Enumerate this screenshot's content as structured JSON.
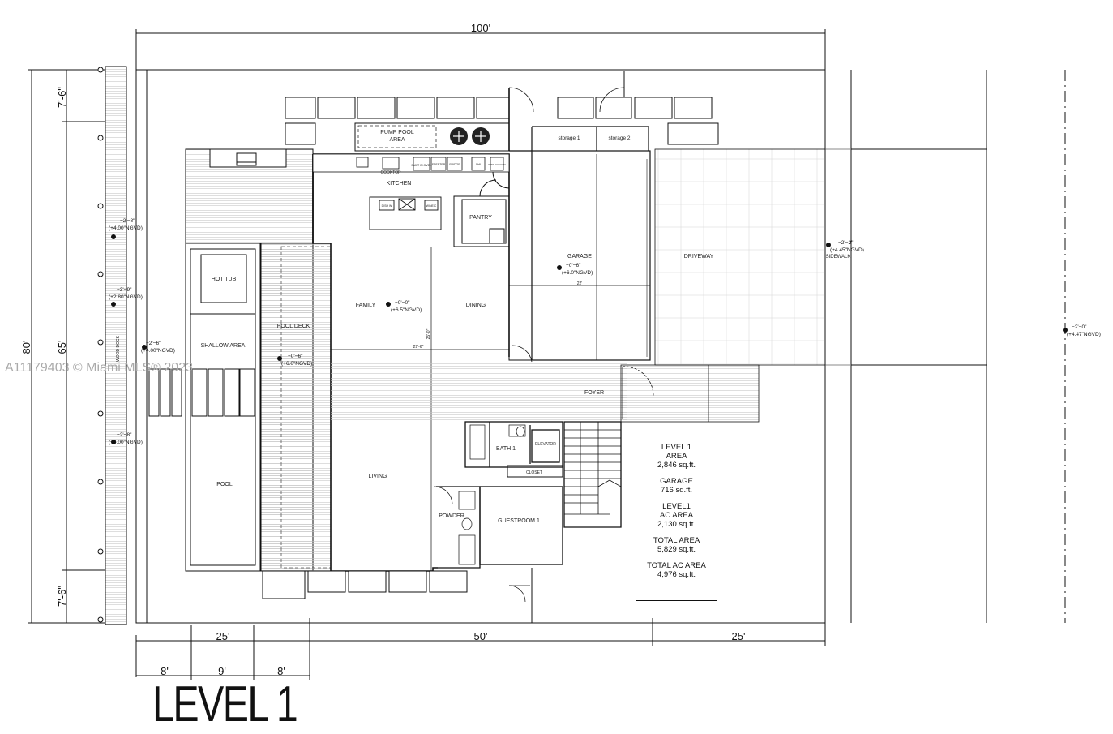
{
  "title": "LEVEL 1",
  "watermark": "A11179403 © Miami MLS® 2023",
  "dimensions": {
    "overall_width": "100'",
    "overall_depth": "80'",
    "front_setback": "7'-6\"",
    "back_setback": "7'-6\"",
    "lot_depth_inner": "65'",
    "left_band": "25'",
    "center_band": "50'",
    "right_band": "25'",
    "sub_left": "8'",
    "sub_center": "9'",
    "sub_right": "8'",
    "garage_dim": "22'",
    "family_dim": "29'-6\"",
    "living_dim_v": "25'-0\""
  },
  "rooms": {
    "pump_pool": "PUMP POOL",
    "pump_pool_area": "AREA",
    "storage1": "storage 1",
    "storage2": "storage 2",
    "kitchen": "KITCHEN",
    "pantry": "PANTRY",
    "garage": "GARAGE",
    "driveway": "DRIVEWAY",
    "sidewalk": "SIDEWALK",
    "family": "FAMILY",
    "dining": "DINING",
    "pool_deck": "POOL DECK",
    "hot_tub": "HOT TUB",
    "shallow_area": "SHALLOW AREA",
    "pool": "POOL",
    "wood_dock": "WOOD DOCK",
    "foyer": "FOYER",
    "bath1": "BATH 1",
    "elevator": "ELEVATOR",
    "closet": "CLOSET",
    "living": "LIVING",
    "powder": "POWDER",
    "guestroom1": "GUESTROOM 1"
  },
  "appliances": {
    "cooktop": "COOKTOP",
    "built_in_oven": "BUILT IN OVEN",
    "freezer": "FREEZER",
    "fridge": "FRIDGE",
    "dw": "DW",
    "wine_cooler": "WINE COOLER",
    "dish": "DISH W",
    "wine": "WINE C"
  },
  "elevations": [
    {
      "id": "e1",
      "line1": "−2'−8\"",
      "line2": "(+4.00\"NGVD)"
    },
    {
      "id": "e2",
      "line1": "−3'−9\"",
      "line2": "(+2.80\"NGVD)"
    },
    {
      "id": "e3",
      "line1": "−2'−6\"",
      "line2": "(+4.00\"NGVD)"
    },
    {
      "id": "e4",
      "line1": "−2'−8\"",
      "line2": "(+4.00\"NGVD)"
    },
    {
      "id": "e5",
      "line1": "−0'−6\"",
      "line2": "(+6.0\"NGVD)"
    },
    {
      "id": "e6",
      "line1": "−0'−0\"",
      "line2": "(+6.5\"NGVD)"
    },
    {
      "id": "e7",
      "line1": "−0'−6\"",
      "line2": "(+6.0\"NGVD)"
    },
    {
      "id": "e8",
      "line1": "−2'−2\"",
      "line2": "(+4.45\"NGVD)"
    },
    {
      "id": "e9",
      "line1": "−2'−0\"",
      "line2": "(+4.47\"NGVD)"
    }
  ],
  "summary": {
    "level1_label": "LEVEL 1",
    "area_label": "AREA",
    "level1_area": "2,846 sq.ft.",
    "garage_label": "GARAGE",
    "garage_area": "716 sq.ft.",
    "ac_label1": "LEVEL1",
    "ac_label2": "AC AREA",
    "ac_area": "2,130 sq.ft.",
    "total_label": "TOTAL AREA",
    "total_area": "5,829 sq.ft.",
    "total_ac_label": "TOTAL AC AREA",
    "total_ac_area": "4,976 sq.ft."
  }
}
